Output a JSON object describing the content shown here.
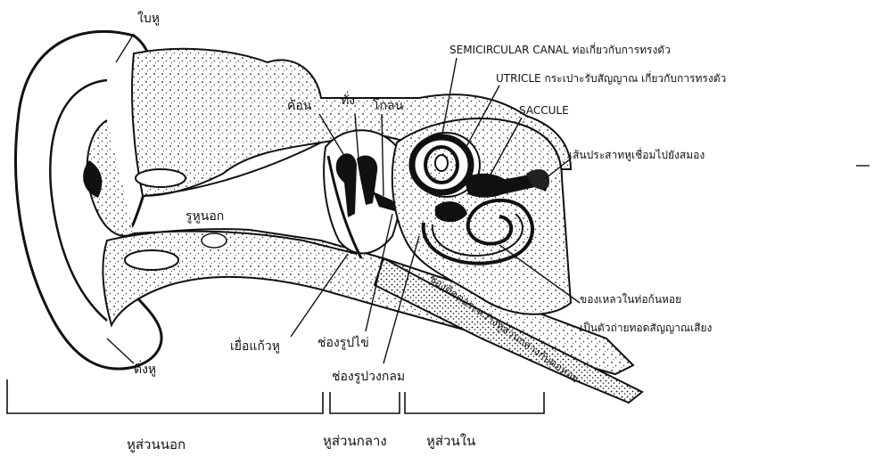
{
  "labels": {
    "pinna": "ใบหู",
    "malleus": "ค้อน",
    "incus": "ทั่ง",
    "stapes": "โกลน",
    "semicircular_canal": "SEMICIRCULAR CANAL ท่อเกี่ยวกับการทรงตัว",
    "utricle": "UTRICLE กระเปาะรับสัญญาณ เกี่ยวกับการทรงตัว",
    "saccule": "SACCULE",
    "nerve": "เส้นประสาทหูเชื่อมไปยังสมอง",
    "ear_canal": "รูหูนอก",
    "cochlear_fluid_1": "ของเหลวในท่อก้นหอย",
    "cochlear_fluid_2": "เป็นตัวถ่ายทอดสัญญาณเสียง",
    "eustachian_tube": "ช่องติดต่อระหว่างหูส่วนกลางกับคอหอย",
    "eardrum": "เยื่อแก้วหู",
    "oval_window": "ช่องรูปไข่",
    "round_window": "ช่องรูปวงกลม",
    "earlobe": "ติ่งหู"
  },
  "regions": {
    "outer": "หูส่วนนอก",
    "middle": "หูส่วนกลาง",
    "inner": "หูส่วนใน"
  }
}
